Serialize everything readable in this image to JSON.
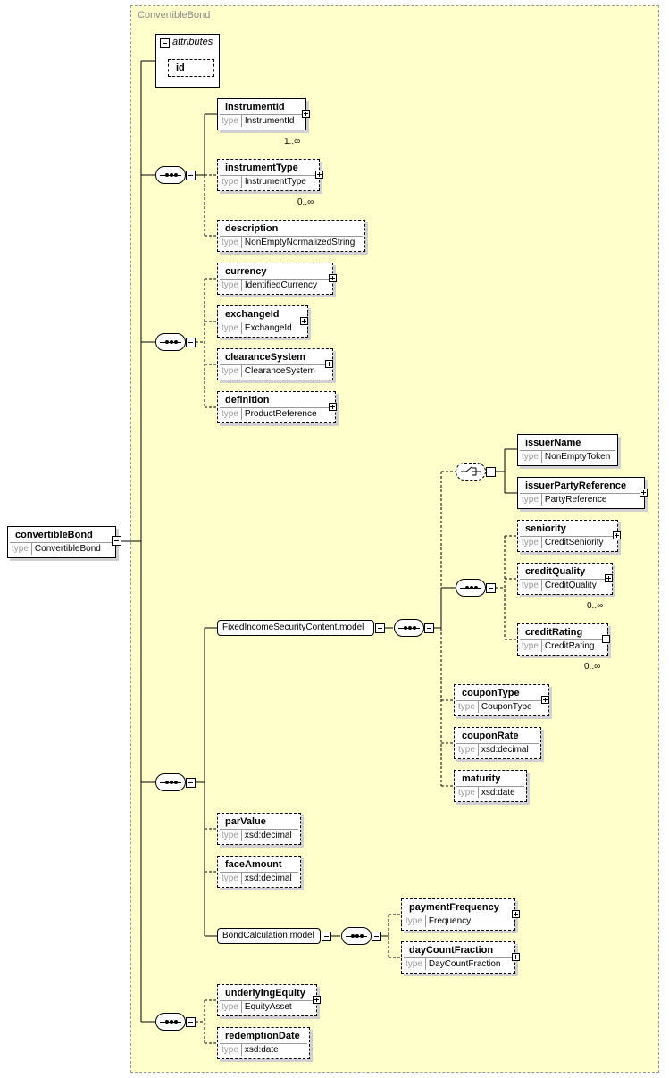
{
  "diagram": {
    "container_title": "ConvertibleBond",
    "type_label": "type",
    "root": {
      "name": "convertibleBond",
      "type": "ConvertibleBond"
    },
    "attributes": {
      "label": "attributes",
      "items": [
        "id"
      ]
    },
    "elements": {
      "instrumentId": {
        "name": "instrumentId",
        "type": "InstrumentId",
        "cardinality": "1..∞"
      },
      "instrumentType": {
        "name": "instrumentType",
        "type": "InstrumentType",
        "cardinality": "0..∞"
      },
      "description": {
        "name": "description",
        "type": "NonEmptyNormalizedString"
      },
      "currency": {
        "name": "currency",
        "type": "IdentifiedCurrency"
      },
      "exchangeId": {
        "name": "exchangeId",
        "type": "ExchangeId"
      },
      "clearanceSystem": {
        "name": "clearanceSystem",
        "type": "ClearanceSystem"
      },
      "definition": {
        "name": "definition",
        "type": "ProductReference"
      },
      "issuerName": {
        "name": "issuerName",
        "type": "NonEmptyToken"
      },
      "issuerPartyReference": {
        "name": "issuerPartyReference",
        "type": "PartyReference"
      },
      "seniority": {
        "name": "seniority",
        "type": "CreditSeniority"
      },
      "creditQuality": {
        "name": "creditQuality",
        "type": "CreditQuality",
        "cardinality": "0..∞"
      },
      "creditRating": {
        "name": "creditRating",
        "type": "CreditRating",
        "cardinality": "0..∞"
      },
      "couponType": {
        "name": "couponType",
        "type": "CouponType"
      },
      "couponRate": {
        "name": "couponRate",
        "type": "xsd:decimal"
      },
      "maturity": {
        "name": "maturity",
        "type": "xsd:date"
      },
      "parValue": {
        "name": "parValue",
        "type": "xsd:decimal"
      },
      "faceAmount": {
        "name": "faceAmount",
        "type": "xsd:decimal"
      },
      "paymentFrequency": {
        "name": "paymentFrequency",
        "type": "Frequency"
      },
      "dayCountFraction": {
        "name": "dayCountFraction",
        "type": "DayCountFraction"
      },
      "underlyingEquity": {
        "name": "underlyingEquity",
        "type": "EquityAsset"
      },
      "redemptionDate": {
        "name": "redemptionDate",
        "type": "xsd:date"
      }
    },
    "groups": {
      "fixedIncome": "FixedIncomeSecurityContent.model",
      "bondCalc": "BondCalculation.model"
    }
  }
}
